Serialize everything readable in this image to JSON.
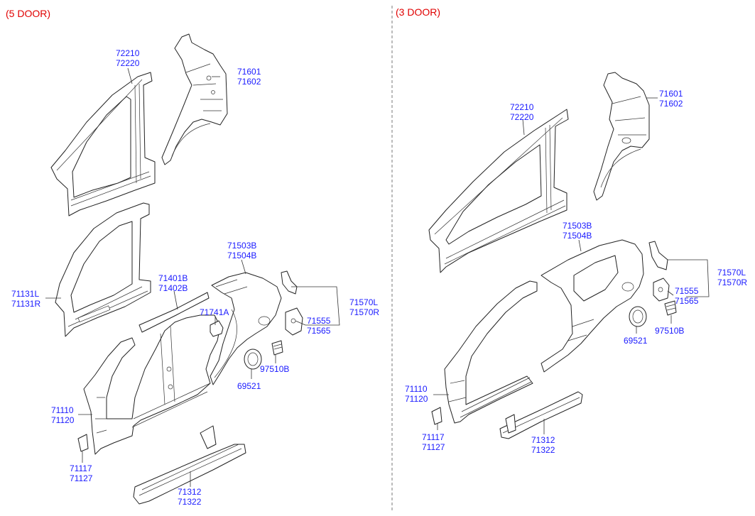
{
  "sections": {
    "left_title": "(5 DOOR)",
    "right_title": "(3 DOOR)"
  },
  "labels": {
    "l_72210": "72210",
    "l_72220": "72220",
    "l_71601": "71601",
    "l_71602": "71602",
    "l_71131L": "71131L",
    "l_71131R": "71131R",
    "l_71503B": "71503B",
    "l_71504B": "71504B",
    "l_71401B": "71401B",
    "l_71402B": "71402B",
    "l_71741A": "71741A",
    "l_71570L": "71570L",
    "l_71570R": "71570R",
    "l_71555": "71555",
    "l_71565": "71565",
    "l_97510B": "97510B",
    "l_69521": "69521",
    "l_71110": "71110",
    "l_71120": "71120",
    "l_71117": "71117",
    "l_71127": "71127",
    "l_71312": "71312",
    "l_71322": "71322",
    "r_72210": "72210",
    "r_72220": "72220",
    "r_71601": "71601",
    "r_71602": "71602",
    "r_71503B": "71503B",
    "r_71504B": "71504B",
    "r_71570L": "71570L",
    "r_71570R": "71570R",
    "r_71555": "71555",
    "r_71565": "71565",
    "r_97510B": "97510B",
    "r_69521": "69521",
    "r_71110": "71110",
    "r_71120": "71120",
    "r_71117": "71117",
    "r_71127": "71127",
    "r_71312": "71312",
    "r_71322": "71322"
  }
}
